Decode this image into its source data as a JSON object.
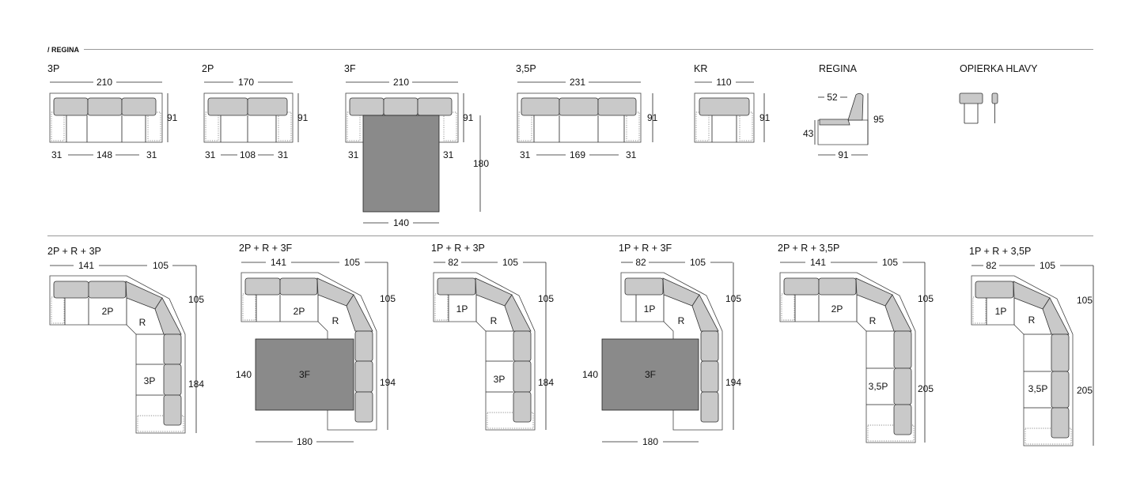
{
  "header": {
    "title": "/ REGINA"
  },
  "top_row": [
    {
      "label": "3P",
      "width": "210",
      "height": "91",
      "left": "31",
      "mid": "148",
      "right": "31"
    },
    {
      "label": "2P",
      "width": "170",
      "height": "91",
      "left": "31",
      "mid": "108",
      "right": "31"
    },
    {
      "label": "3F",
      "width": "210",
      "height": "91",
      "left": "31",
      "right": "31",
      "bed_width": "140",
      "bed_depth": "180"
    },
    {
      "label": "3,5P",
      "width": "231",
      "height": "91",
      "left": "31",
      "mid": "169",
      "right": "31"
    },
    {
      "label": "KR",
      "width": "110",
      "height": "91"
    },
    {
      "label": "REGINA",
      "seat": "52",
      "height": "95",
      "seat_height": "43",
      "depth": "91"
    },
    {
      "label": "OPIERKA HLAVY"
    }
  ],
  "bottom_row": [
    {
      "label": "2P + R + 3P",
      "w1": "141",
      "w2": "105",
      "h1": "105",
      "h2": "184",
      "m1": "2P",
      "r": "R",
      "m2": "3P"
    },
    {
      "label": "2P + R + 3F",
      "w1": "141",
      "w2": "105",
      "h1": "105",
      "h2": "194",
      "m1": "2P",
      "r": "R",
      "m2": "3F",
      "bed_h": "140",
      "bed_w": "180"
    },
    {
      "label": "1P + R + 3P",
      "w1": "82",
      "w2": "105",
      "h1": "105",
      "h2": "184",
      "m1": "1P",
      "r": "R",
      "m2": "3P"
    },
    {
      "label": "1P + R + 3F",
      "w1": "82",
      "w2": "105",
      "h1": "105",
      "h2": "194",
      "m1": "1P",
      "r": "R",
      "m2": "3F",
      "bed_h": "140",
      "bed_w": "180"
    },
    {
      "label": "2P + R + 3,5P",
      "w1": "141",
      "w2": "105",
      "h1": "105",
      "h2": "205",
      "m1": "2P",
      "r": "R",
      "m2": "3,5P"
    },
    {
      "label": "1P + R + 3,5P",
      "w1": "82",
      "w2": "105",
      "h1": "105",
      "h2": "205",
      "m1": "1P",
      "r": "R",
      "m2": "3,5P"
    }
  ]
}
